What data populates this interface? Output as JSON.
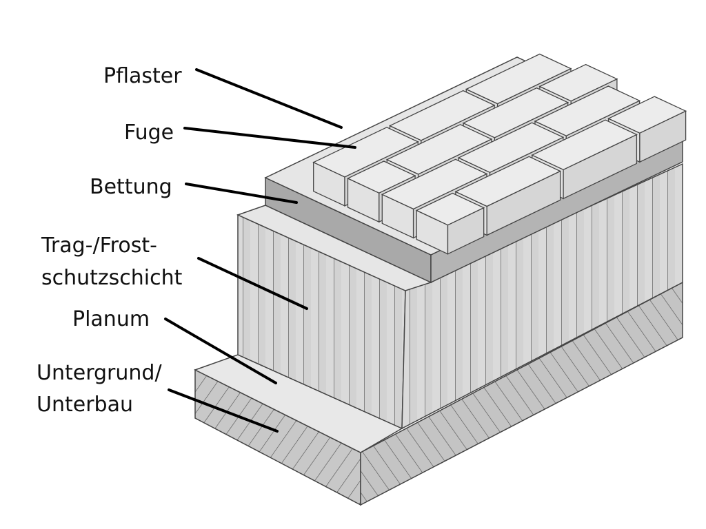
{
  "diagram": {
    "labels": {
      "pflaster": "Pflaster",
      "fuge": "Fuge",
      "bettung": "Bettung",
      "trag_line1": "Trag-/Frost-",
      "trag_line2": "schutzschicht",
      "planum": "Planum",
      "untergrund_line1": "Untergrund/",
      "untergrund_line2": "Unterbau"
    },
    "colors": {
      "stroke": "#444444",
      "brick_top": "#ececec",
      "brick_front": "#d6d6d6",
      "brick_side": "#e2e2e2",
      "bettung_front": "#a9a9a9",
      "layer_light": "#e6e6e6",
      "hatch_fill": "#c9c9c9"
    }
  }
}
